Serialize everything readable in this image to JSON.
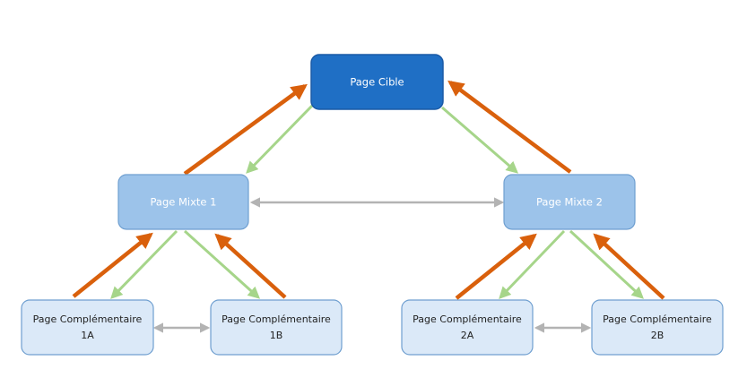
{
  "nodes": {
    "target": {
      "label": "Page Cible",
      "fill": "#1f6fc5",
      "stroke": "#1a5aa6",
      "text_color": "#ffffff"
    },
    "mixte1": {
      "label": "Page Mixte 1",
      "fill": "#9cc3ea",
      "stroke": "#6f9fd0",
      "text_color": "#ffffff"
    },
    "mixte2": {
      "label": "Page Mixte 2",
      "fill": "#9cc3ea",
      "stroke": "#6f9fd0",
      "text_color": "#ffffff"
    },
    "comp1a": {
      "line1": "Page Complémentaire",
      "line2": "1A",
      "fill": "#dbe9f8",
      "stroke": "#6f9fd0",
      "text_color": "#222222"
    },
    "comp1b": {
      "line1": "Page Complémentaire",
      "line2": "1B",
      "fill": "#dbe9f8",
      "stroke": "#6f9fd0",
      "text_color": "#222222"
    },
    "comp2a": {
      "line1": "Page Complémentaire",
      "line2": "2A",
      "fill": "#dbe9f8",
      "stroke": "#6f9fd0",
      "text_color": "#222222"
    },
    "comp2b": {
      "line1": "Page Complémentaire",
      "line2": "2B",
      "fill": "#dbe9f8",
      "stroke": "#6f9fd0",
      "text_color": "#222222"
    }
  },
  "colors": {
    "up_link": "#d9600c",
    "down_link": "#a6d58a",
    "sibling_link": "#b3b3b3"
  }
}
